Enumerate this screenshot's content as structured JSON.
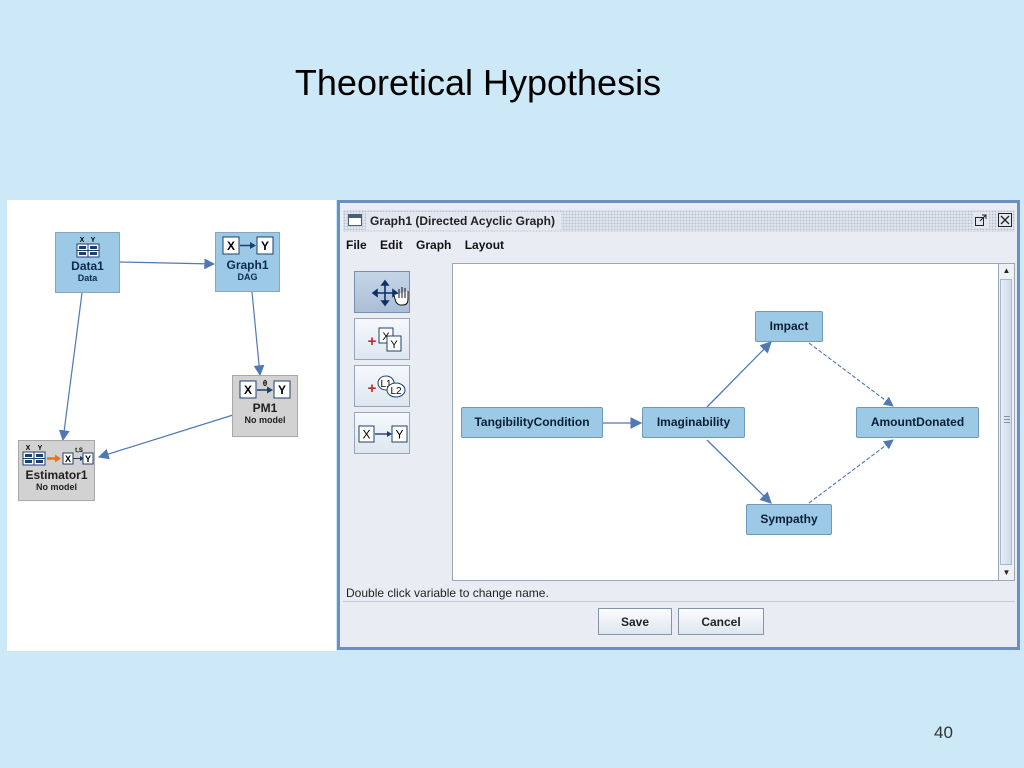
{
  "slide": {
    "title": "Theoretical Hypothesis",
    "page_number": "40"
  },
  "session": {
    "nodes": {
      "data1": {
        "name": "Data1",
        "sub": "Data",
        "icon": "data-table-icon"
      },
      "graph1": {
        "name": "Graph1",
        "sub": "DAG",
        "icon": "x-arrow-y-icon"
      },
      "pm1": {
        "name": "PM1",
        "sub": "No model",
        "icon": "x-theta-y-icon"
      },
      "estimator1": {
        "name": "Estimator1",
        "sub": "No model",
        "icon": "estimator-icon"
      }
    },
    "icon_text": {
      "x": "X",
      "y": "Y",
      "theta": "θ",
      "ts": "t,S"
    }
  },
  "window": {
    "title": "Graph1 (Directed Acyclic Graph)",
    "maximize_icon": "restore-icon",
    "close_icon": "close-icon",
    "menu": [
      "File",
      "Edit",
      "Graph",
      "Layout"
    ],
    "tools": [
      {
        "name": "move-tool",
        "icon": "move-hand-icon",
        "selected": true
      },
      {
        "name": "add-variable-tool",
        "icon": "add-variable-icon",
        "label_a": "X",
        "label_b": "Y"
      },
      {
        "name": "add-latent-tool",
        "icon": "add-latent-icon",
        "label_a": "L1",
        "label_b": "L2"
      },
      {
        "name": "add-edge-tool",
        "icon": "directed-edge-icon",
        "label_a": "X",
        "label_b": "Y"
      }
    ],
    "graph": {
      "nodes": {
        "tangibility": "TangibilityCondition",
        "imaginability": "Imaginability",
        "impact": "Impact",
        "amount": "AmountDonated",
        "sympathy": "Sympathy"
      },
      "edges": [
        [
          "TangibilityCondition",
          "Imaginability"
        ],
        [
          "Imaginability",
          "Impact"
        ],
        [
          "Imaginability",
          "Sympathy"
        ],
        [
          "Impact",
          "AmountDonated"
        ],
        [
          "Sympathy",
          "AmountDonated"
        ]
      ]
    },
    "status_text": "Double click variable to change name.",
    "buttons": {
      "save": "Save",
      "cancel": "Cancel"
    }
  }
}
